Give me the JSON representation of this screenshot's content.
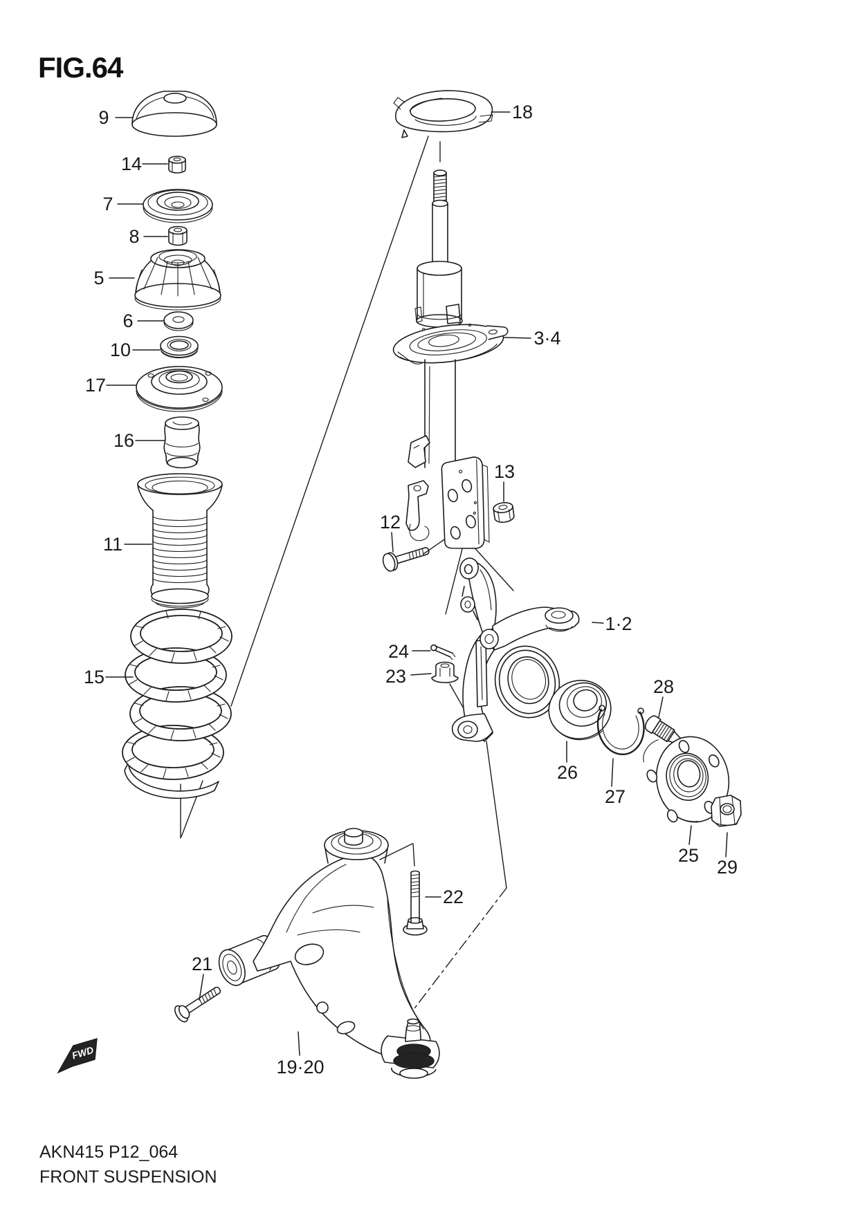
{
  "figure": {
    "title": "FIG.64",
    "doc_code": "AKN415 P12_064",
    "doc_title": "FRONT SUSPENSION",
    "fwd": "FWD"
  },
  "callouts": {
    "n9": "9",
    "n14": "14",
    "n7": "7",
    "n8": "8",
    "n5": "5",
    "n6": "6",
    "n10": "10",
    "n17": "17",
    "n16": "16",
    "n11": "11",
    "n15": "15",
    "n18": "18",
    "n3_4": "3·4",
    "n13": "13",
    "n12": "12",
    "n1_2": "1·2",
    "n24": "24",
    "n23": "23",
    "n26": "26",
    "n27": "27",
    "n28": "28",
    "n25": "25",
    "n29": "29",
    "n22": "22",
    "n21": "21",
    "n19_20": "19·20"
  }
}
